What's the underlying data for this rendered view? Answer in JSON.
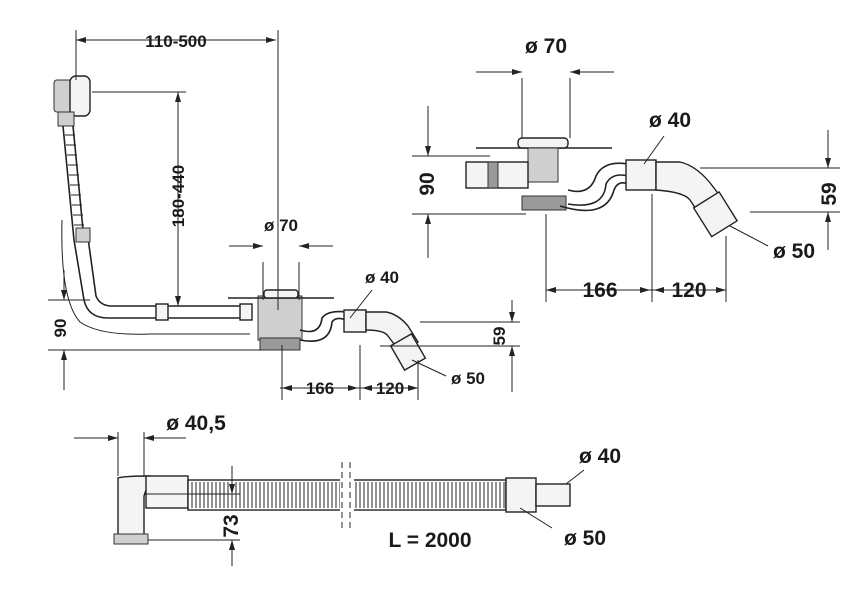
{
  "view_top_left": {
    "dim_overflow_reach": "110-500",
    "dim_overflow_height": "180-440",
    "dim_outlet_diameter": "ø 70",
    "dim_depth": "90",
    "dim_pipe_diameter": "ø 40",
    "dim_elbow_height": "59",
    "dim_spacing_a": "166",
    "dim_spacing_b": "120",
    "dim_outlet_pipe": "ø 50"
  },
  "view_top_right": {
    "dim_outlet_diameter": "ø 70",
    "dim_pipe_diameter": "ø 40",
    "dim_depth": "90",
    "dim_elbow_height": "59",
    "dim_outlet_pipe": "ø 50",
    "dim_spacing_a": "166",
    "dim_spacing_b": "120"
  },
  "view_bottom": {
    "dim_connector_diameter": "ø 40,5",
    "dim_end_diameter": "ø 40",
    "dim_elbow_height": "73",
    "dim_length": "L = 2000",
    "dim_hose_diameter": "ø 50"
  }
}
